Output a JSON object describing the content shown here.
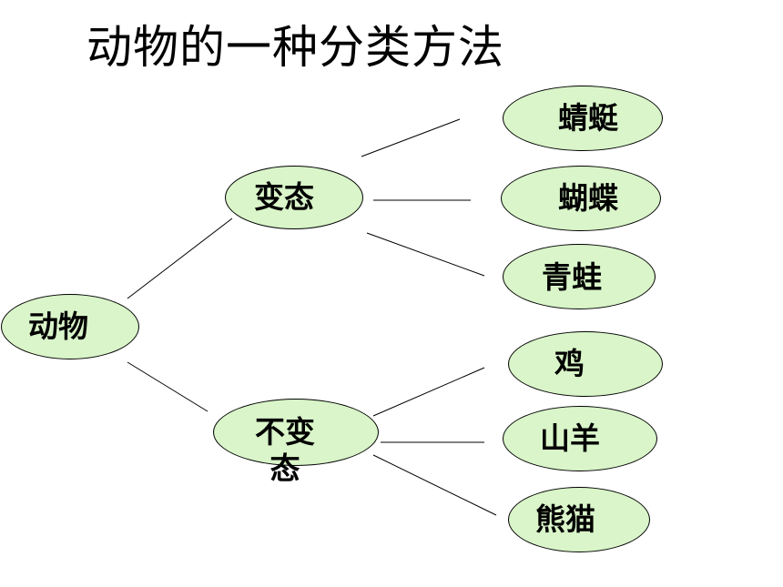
{
  "title": "动物的一种分类方法",
  "colors": {
    "node_fill": "#d9f5c9",
    "stroke": "#000000"
  },
  "root": {
    "label": "动物"
  },
  "branches": [
    {
      "label": "变态",
      "leaves": [
        "蜻蜓",
        "蝴蝶",
        "青蛙"
      ]
    },
    {
      "label": "不变态",
      "leaves": [
        "鸡",
        "山羊",
        "熊猫"
      ]
    }
  ]
}
